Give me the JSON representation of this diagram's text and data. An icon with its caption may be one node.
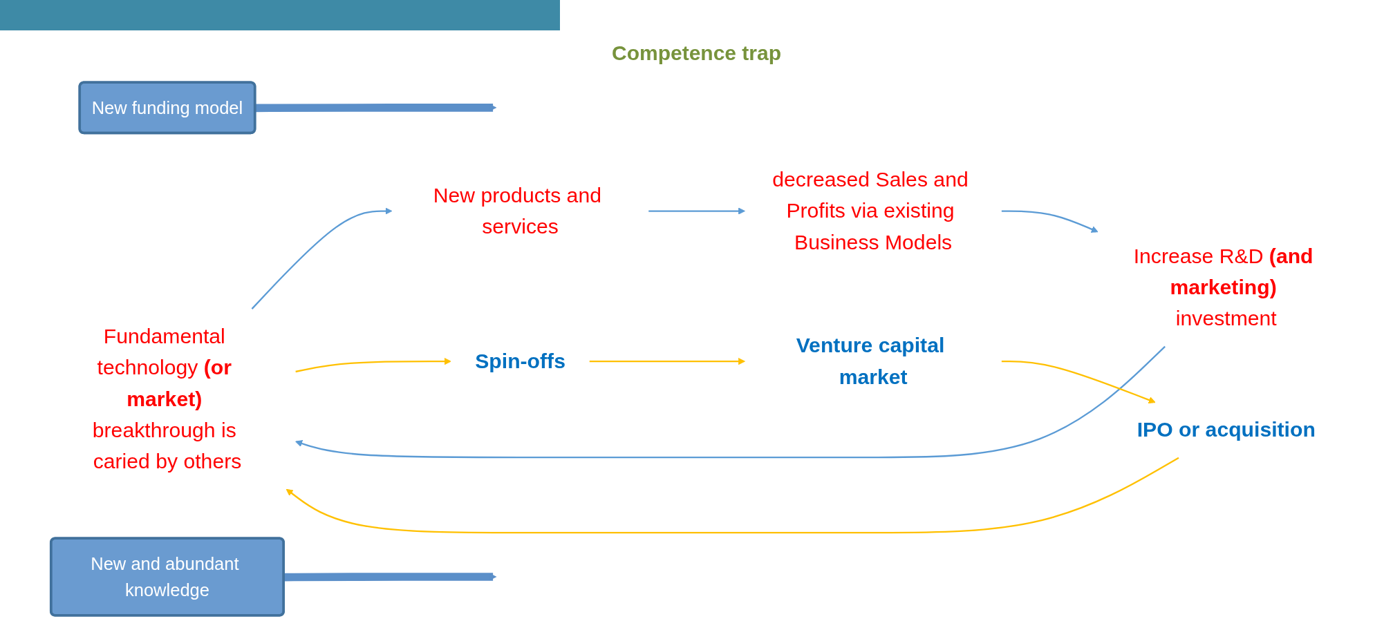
{
  "diagram": {
    "nodes": [
      {
        "text": [
          "Fundamental technology **(or market)** breakthrough is caried by others"
        ]
      },
      {
        "text": [
          "New products and services"
        ]
      },
      {
        "text": [
          "decreased Sales and Profits via existing Business Models"
        ]
      },
      {
        "text": [
          "Increase R&D **(and marketing)** investment"
        ]
      },
      {
        "text": [
          "Spin-offs"
        ]
      },
      {
        "text": [
          "Venture capital market"
        ]
      },
      {
        "text": [
          "IPO or acquisition"
        ]
      },
      {
        "text": [
          "New funding model"
        ]
      },
      {
        "text": [
          "New and abundant knowledge"
        ]
      }
    ],
    "edges": [
      {
        "from": 0,
        "to": 1,
        "arrow": "to",
        "color": "#5b9bd5"
      },
      {
        "from": 1,
        "to": 2,
        "arrow": "to",
        "color": "#5b9bd5"
      },
      {
        "from": 2,
        "to": 3,
        "arrow": "to",
        "color": "#5b9bd5"
      },
      {
        "from": 3,
        "to": 0,
        "arrow": "to",
        "color": "#5b9bd5"
      },
      {
        "from": 0,
        "to": 4,
        "arrow": "to",
        "color": "#ffc000"
      },
      {
        "from": 4,
        "to": 5,
        "arrow": "to",
        "color": "#ffc000"
      },
      {
        "from": 5,
        "to": 6,
        "arrow": "to",
        "color": "#ffc000"
      },
      {
        "from": 6,
        "to": 0,
        "arrow": "to",
        "color": "#ffc000"
      },
      {
        "from": 7,
        "to": null,
        "arrow": "to",
        "style": "thick",
        "color": "#5b8fc9"
      },
      {
        "from": 8,
        "to": null,
        "arrow": "to",
        "style": "thick",
        "color": "#5b8fc9"
      }
    ],
    "labels": [
      "Competence trap"
    ]
  }
}
